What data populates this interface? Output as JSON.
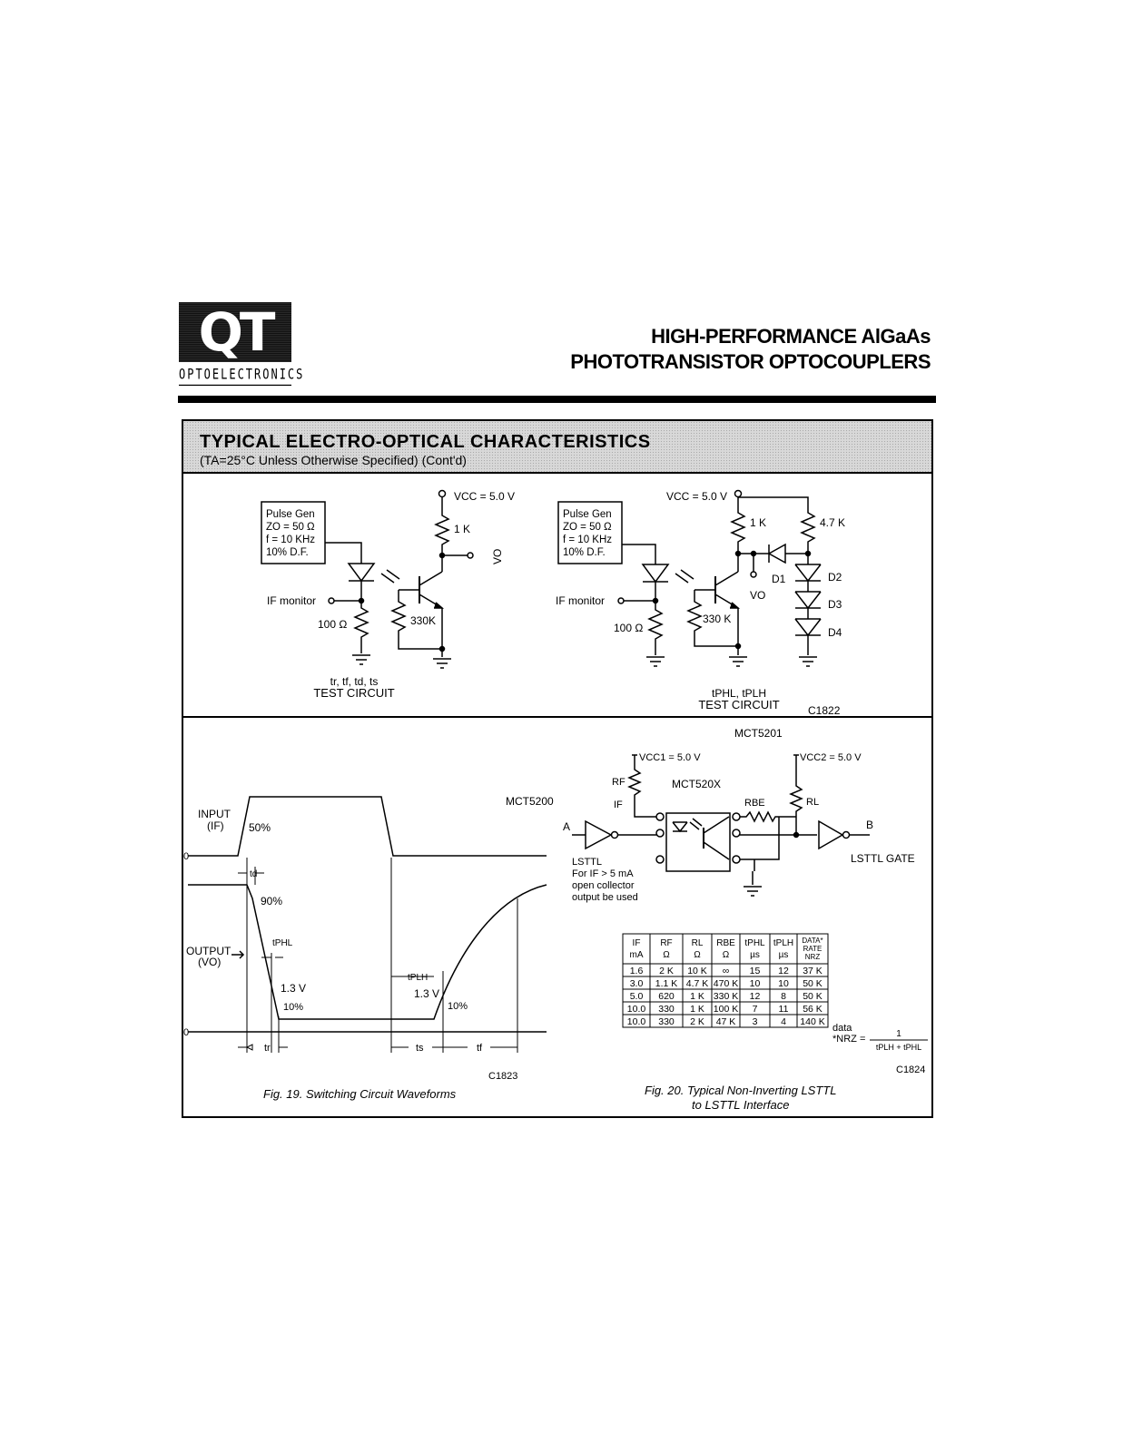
{
  "header": {
    "logo_text": "QT",
    "logo_sub": "OPTOELECTRONICS",
    "title_line1": "HIGH-PERFORMANCE AlGaAs",
    "title_line2": "PHOTOTRANSISTOR OPTOCOUPLERS"
  },
  "section": {
    "title": "TYPICAL ELECTRO-OPTICAL CHARACTERISTICS",
    "subtitle": "(TA=25°C Unless Otherwise Specified) (Cont'd)"
  },
  "circuit1": {
    "pulse_gen": [
      "Pulse Gen",
      "ZO = 50 Ω",
      "f = 10 KHz",
      "10% D.F."
    ],
    "vcc": "VCC = 5.0 V",
    "r_load": "1 K",
    "vo": "VO",
    "if_monitor": "IF monitor",
    "r_sense": "100 Ω",
    "r_base": "330K",
    "caption1": "tr, tf, td, ts",
    "caption2": "TEST CIRCUIT"
  },
  "circuit2": {
    "pulse_gen": [
      "Pulse Gen",
      "ZO = 50 Ω",
      "f = 10 KHz",
      "10% D.F."
    ],
    "vcc": "VCC = 5.0 V",
    "r_load": "1 K",
    "r_pull": "4.7 K",
    "vo": "VO",
    "d1": "D1",
    "d2": "D2",
    "d3": "D3",
    "d4": "D4",
    "if_monitor": "IF monitor",
    "r_sense": "100 Ω",
    "r_base": "330 K",
    "caption1": "tPHL, tPLH",
    "caption2": "TEST CIRCUIT",
    "code": "C1822"
  },
  "waveform": {
    "part": "MCT5200",
    "input_label": "INPUT",
    "input_sub": "(IF)",
    "output_label": "OUTPUT",
    "output_sub": "(VO)",
    "zero": "0",
    "p50": "50%",
    "p90": "90%",
    "p10a": "10%",
    "p10b": "10%",
    "v13a": "1.3 V",
    "v13b": "1.3 V",
    "td": "td",
    "tphl": "tPHL",
    "tplh": "tPLH",
    "tr": "tr",
    "ts": "ts",
    "tf": "tf",
    "code": "C1823",
    "caption": "Fig. 19.  Switching Circuit Waveforms"
  },
  "interface": {
    "part_top": "MCT5201",
    "part_box": "MCT520X",
    "vcc1": "VCC1 = 5.0 V",
    "vcc2": "VCC2 = 5.0 V",
    "rf": "RF",
    "if": "IF",
    "rbe": "RBE",
    "rl": "RL",
    "in_a": "A",
    "out_b": "B",
    "lsttl": "LSTTL",
    "note": [
      "For IF > 5 mA",
      "open collector",
      "output be used"
    ],
    "gate": "LSTTL GATE",
    "table": {
      "headers": [
        [
          "IF",
          "mA"
        ],
        [
          "RF",
          "Ω"
        ],
        [
          "RL",
          "Ω"
        ],
        [
          "RBE",
          "Ω"
        ],
        [
          "tPHL",
          "µs"
        ],
        [
          "tPLH",
          "µs"
        ],
        [
          "DATA*",
          "RATE",
          "NRZ"
        ]
      ],
      "rows": [
        [
          "1.6",
          "2 K",
          "10 K",
          "∞",
          "15",
          "12",
          "37 K"
        ],
        [
          "3.0",
          "1.1 K",
          "4.7 K",
          "470 K",
          "10",
          "10",
          "50 K"
        ],
        [
          "5.0",
          "620",
          "1 K",
          "330 K",
          "12",
          "8",
          "50 K"
        ],
        [
          "10.0",
          "330",
          "1 K",
          "100 K",
          "7",
          "11",
          "56 K"
        ],
        [
          "10.0",
          "330",
          "2 K",
          "47 K",
          "3",
          "4",
          "140 K"
        ]
      ]
    },
    "formula_lhs1": "data",
    "formula_lhs2": "*NRZ =",
    "formula_num": "1",
    "formula_den": "tPLH + tPHL",
    "code": "C1824",
    "caption1": "Fig. 20.  Typical Non-Inverting LSTTL",
    "caption2": "to LSTTL Interface"
  }
}
